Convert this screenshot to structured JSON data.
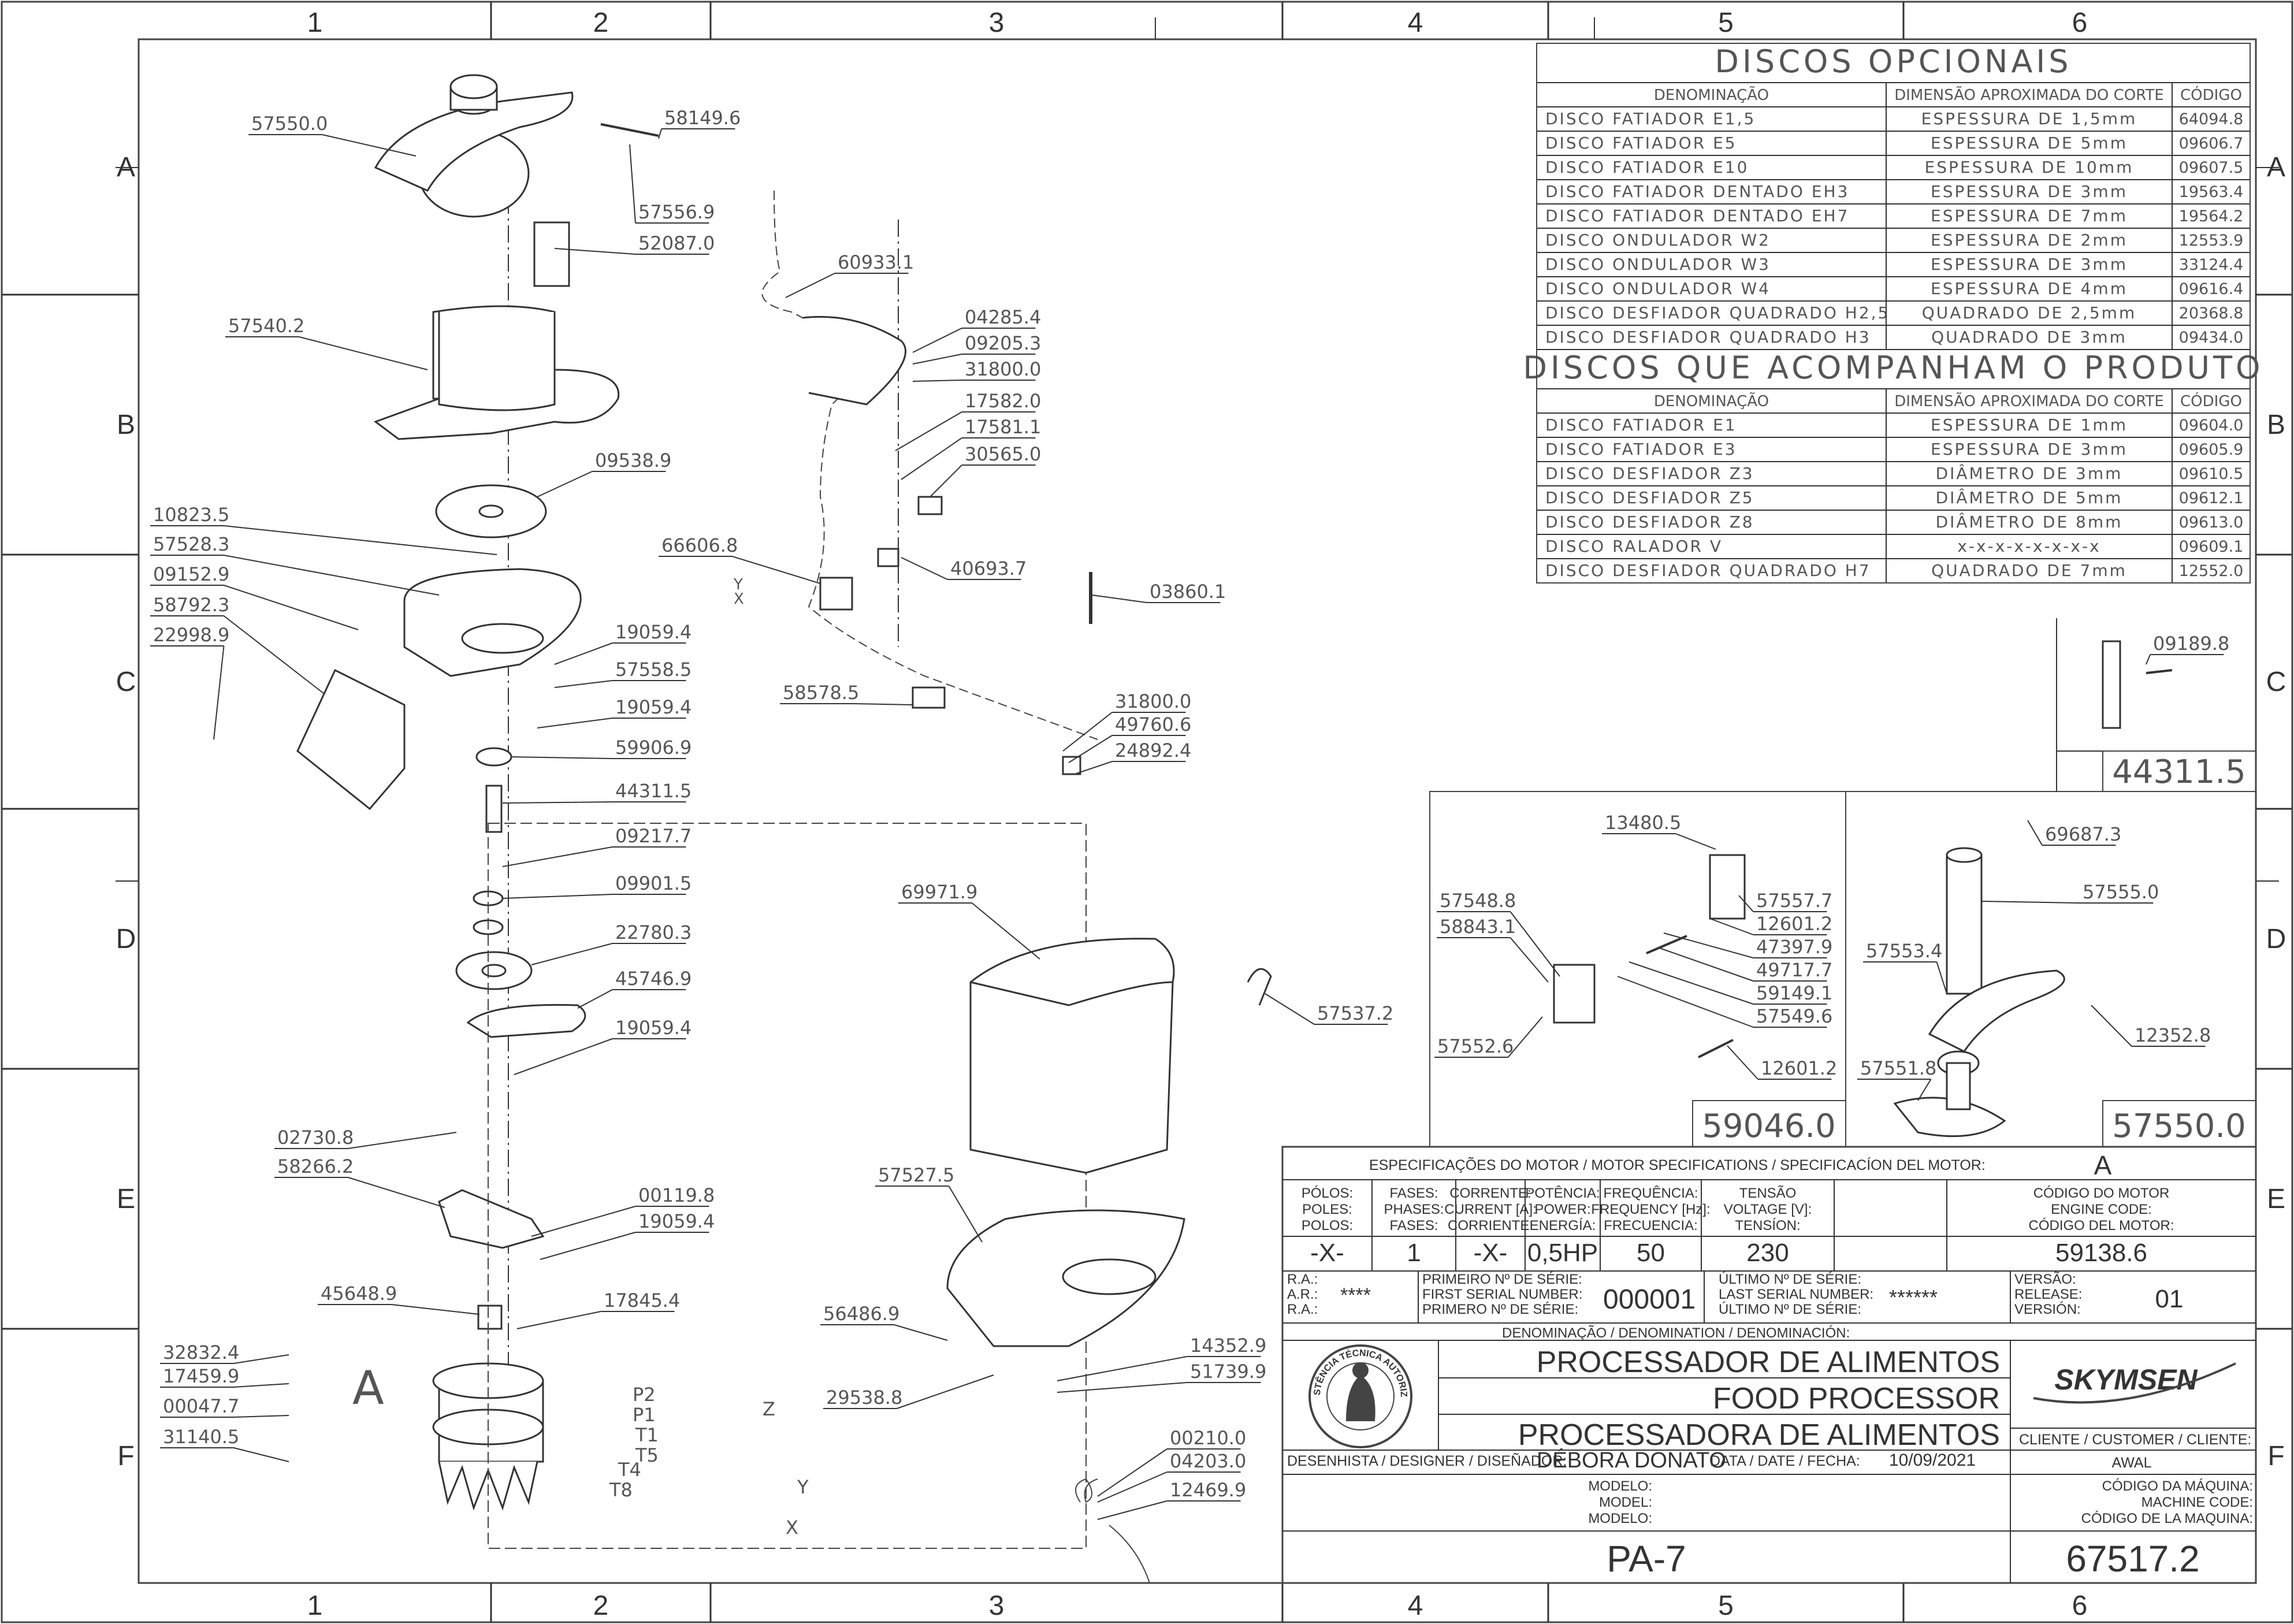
{
  "border": {
    "columns": [
      "1",
      "2",
      "3",
      "4",
      "5",
      "6"
    ],
    "rows": [
      "A",
      "B",
      "C",
      "D",
      "E",
      "F"
    ]
  },
  "optional_discs": {
    "title": "DISCOS OPCIONAIS",
    "headers": [
      "DENOMINAÇÃO",
      "DIMENSÃO APROXIMADA DO CORTE",
      "CÓDIGO"
    ],
    "rows": [
      [
        "DISCO FATIADOR E1,5",
        "ESPESSURA DE 1,5mm",
        "64094.8"
      ],
      [
        "DISCO FATIADOR E5",
        "ESPESSURA DE 5mm",
        "09606.7"
      ],
      [
        "DISCO FATIADOR E10",
        "ESPESSURA DE 10mm",
        "09607.5"
      ],
      [
        "DISCO FATIADOR DENTADO EH3",
        "ESPESSURA DE 3mm",
        "19563.4"
      ],
      [
        "DISCO FATIADOR DENTADO EH7",
        "ESPESSURA DE 7mm",
        "19564.2"
      ],
      [
        "DISCO ONDULADOR W2",
        "ESPESSURA DE 2mm",
        "12553.9"
      ],
      [
        "DISCO ONDULADOR W3",
        "ESPESSURA DE 3mm",
        "33124.4"
      ],
      [
        "DISCO ONDULADOR W4",
        "ESPESSURA DE 4mm",
        "09616.4"
      ],
      [
        "DISCO DESFIADOR QUADRADO H2,5",
        "QUADRADO DE 2,5mm",
        "20368.8"
      ],
      [
        "DISCO DESFIADOR QUADRADO H3",
        "QUADRADO DE 3mm",
        "09434.0"
      ]
    ]
  },
  "included_discs": {
    "title": "DISCOS QUE ACOMPANHAM O PRODUTO",
    "headers": [
      "DENOMINAÇÃO",
      "DIMENSÃO APROXIMADA DO CORTE",
      "CÓDIGO"
    ],
    "rows": [
      [
        "DISCO FATIADOR E1",
        "ESPESSURA DE 1mm",
        "09604.0"
      ],
      [
        "DISCO FATIADOR E3",
        "ESPESSURA DE 3mm",
        "09605.9"
      ],
      [
        "DISCO DESFIADOR Z3",
        "DIÂMETRO DE 3mm",
        "09610.5"
      ],
      [
        "DISCO DESFIADOR Z5",
        "DIÂMETRO DE 5mm",
        "09612.1"
      ],
      [
        "DISCO DESFIADOR Z8",
        "DIÂMETRO DE 8mm",
        "09613.0"
      ],
      [
        "DISCO RALADOR V",
        "x-x-x-x-x-x-x-x",
        "09609.1"
      ],
      [
        "DISCO DESFIADOR QUADRADO H7",
        "QUADRADO DE 7mm",
        "12552.0"
      ]
    ]
  },
  "parts": [
    "57550.0",
    "58149.6",
    "57556.9",
    "52087.0",
    "57540.2",
    "09538.9",
    "10823.5",
    "57528.3",
    "09152.9",
    "58792.3",
    "22998.9",
    "19059.4",
    "57558.5",
    "19059.4",
    "59906.9",
    "44311.5",
    "09217.7",
    "09901.5",
    "22780.3",
    "45746.9",
    "19059.4",
    "02730.8",
    "58266.2",
    "00119.8",
    "19059.4",
    "45648.9",
    "17845.4",
    "32832.4",
    "17459.9",
    "00047.7",
    "31140.5",
    "60933.1",
    "04285.4",
    "09205.3",
    "31800.0",
    "17582.0",
    "17581.1",
    "30565.0",
    "66606.8",
    "40693.7",
    "03860.1",
    "58578.5",
    "31800.0",
    "49760.6",
    "24892.4",
    "69971.9",
    "57537.2",
    "57527.5",
    "56486.9",
    "29538.8",
    "14352.9",
    "51739.9",
    "00210.0",
    "04203.0",
    "12469.9",
    "09189.8",
    "13480.5",
    "57548.8",
    "58843.1",
    "57557.7",
    "12601.2",
    "47397.9",
    "49717.7",
    "59149.1",
    "57549.6",
    "57552.6",
    "12601.2",
    "69687.3",
    "57555.0",
    "57553.4",
    "12352.8",
    "57551.8"
  ],
  "wire_labels": [
    "P2",
    "P1",
    "T1",
    "T5",
    "T4",
    "T8",
    "Z",
    "Y",
    "X",
    "Y",
    "X"
  ],
  "assembly_letter": "A",
  "detail_boxes": {
    "shaft": "44311.5",
    "switch": "59046.0",
    "lid": "57550.0"
  },
  "motor_spec": {
    "heading": "ESPECIFICAÇÕES DO MOTOR / MOTOR SPECIFICATIONS / SPECIFICACÍON DEL MOTOR:",
    "heading_value": "A",
    "labels": [
      [
        "PÓLOS:",
        "POLES:",
        "POLOS:"
      ],
      [
        "FASES:",
        "PHASES:",
        "FASES:"
      ],
      [
        "CORRENTE:",
        "CURRENT [A]:",
        "CORRIENTE:"
      ],
      [
        "POTÊNCIA:",
        "POWER:",
        "ENERGÍA:"
      ],
      [
        "FREQUÊNCIA:",
        "FREQUENCY [Hz]:",
        "FRECUENCIA:"
      ],
      [
        "TENSÃO",
        "VOLTAGE [V]:",
        "TENSÍON:"
      ],
      [
        "CÓDIGO DO MOTOR",
        "ENGINE CODE:",
        "CÓDIGO DEL MOTOR:"
      ]
    ],
    "values": [
      "-X-",
      "1",
      "-X-",
      "0,5HP",
      "50",
      "230",
      "59138.6"
    ]
  },
  "serial": {
    "ra_labels": [
      "R.A.:",
      "A.R.:",
      "R.A.:"
    ],
    "ra_value": "****",
    "first_labels": [
      "PRIMEIRO Nº DE SÉRIE:",
      "FIRST SERIAL NUMBER:",
      "PRIMERO Nº DE SÉRIE:"
    ],
    "first_value": "000001",
    "last_labels": [
      "ÚLTIMO Nº DE SÉRIE:",
      "LAST SERIAL NUMBER:",
      "ÚLTIMO Nº DE SÉRIE:"
    ],
    "last_value": "******",
    "version_labels": [
      "VERSÃO:",
      "RELEASE:",
      "VERSIÓN:"
    ],
    "version_value": "01"
  },
  "denomination": {
    "heading": "DENOMINAÇÃO / DENOMINATION / DENOMINACIÓN:",
    "lines": [
      "PROCESSADOR DE ALIMENTOS",
      "FOOD PROCESSOR",
      "PROCESSADORA DE ALIMENTOS"
    ]
  },
  "seal_text": "ASSISTÊNCIA TÉCNICA AUTORIZADA",
  "brand": "SKYMSEN",
  "designer_label": "DESENHISTA / DESIGNER / DISEÑADOR:",
  "designer": "DÉBORA DONATO",
  "date_label": "DATA / DATE / FECHA:",
  "date": "10/09/2021",
  "client_label": "CLIENTE / CUSTOMER / CLIENTE:",
  "client": "AWAL",
  "model_labels": [
    "MODELO:",
    "MODEL:",
    "MODELO:"
  ],
  "model": "PA-7",
  "machine_code_labels": [
    "CÓDIGO DA MÁQUINA:",
    "MACHINE CODE:",
    "CÓDIGO DE LA MAQUINA:"
  ],
  "machine_code": "67517.2"
}
